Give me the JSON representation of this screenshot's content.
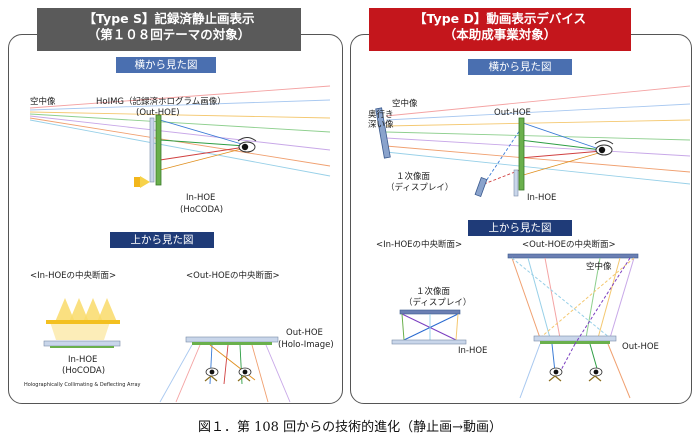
{
  "type_s": {
    "title": "【Type S】記録済静止画表示",
    "subtitle": "（第１０８回テーマの対象）",
    "side_view": "横から見た図",
    "top_view": "上から見た図",
    "label_aerial": "空中像",
    "label_hoimg": "HoIMG（記録済ホログラム画像）",
    "label_out_hoe": "(Out-HOE)",
    "label_in_hoe": "In-HOE",
    "label_hocoda": "(HoCODA)",
    "section_in": "<In-HOEの中央断面>",
    "section_out": "<Out-HOEの中央断面>",
    "label_in_hoe_bottom": "In-HOE",
    "label_hocoda_bottom": "(HoCODA)",
    "label_small_print": "Holographically Collimating & Deflecting Array",
    "label_out_hoe_bottom": "Out-HOE",
    "label_holo_image": "(Holo-Image)"
  },
  "type_d": {
    "title": "【Type D】動画表示デバイス",
    "subtitle": "（本助成事業対象）",
    "side_view": "横から見た図",
    "top_view": "上から見た図",
    "label_aerial": "空中像",
    "label_depth_1": "奥行き",
    "label_depth_2": "深い像",
    "label_out_hoe": "Out-HOE",
    "label_primary_1": "１次像面",
    "label_primary_2": "（ディスプレイ）",
    "label_in_hoe": "In-HOE",
    "section_in": "<In-HOEの中央断面>",
    "section_out": "<Out-HOEの中央断面>",
    "label_aerial_top": "空中像",
    "label_primary_top_1": "１次像面",
    "label_primary_top_2": "（ディスプレイ）",
    "label_in_hoe_top": "In-HOE",
    "label_out_hoe_top": "Out-HOE"
  },
  "caption": "図１．第 108 回からの技術的進化（静止画→動画）",
  "colors": {
    "type_s": "#5a5a5a",
    "type_d": "#c4161c",
    "tag_light": "#4a6fb0",
    "tag_dark": "#1f3b78",
    "hoe_green": "#5cb83c"
  }
}
